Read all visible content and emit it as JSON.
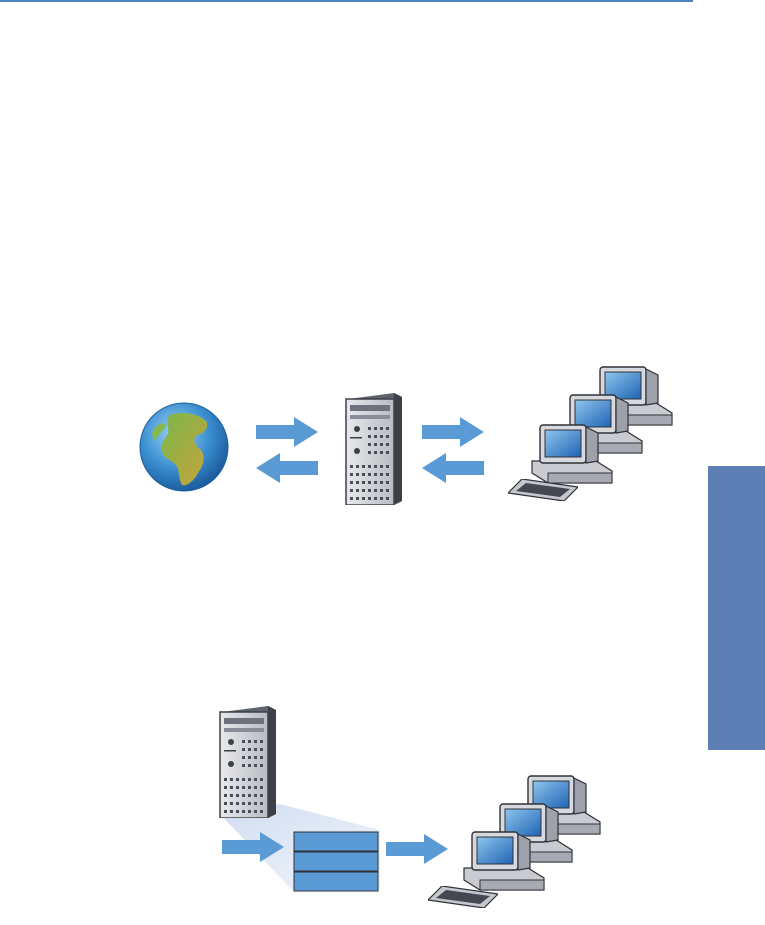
{
  "page": {
    "accent_color": "#4f81bd",
    "side_tab_color": "#5b7fb4",
    "side_tab_label": ""
  },
  "diagram_top": {
    "nodes": [
      {
        "id": "internet",
        "icon": "globe-icon"
      },
      {
        "id": "server",
        "icon": "tower-server-icon"
      },
      {
        "id": "clients",
        "icon": "computer-workstations-icon",
        "count": 3
      }
    ],
    "edges": [
      {
        "from": "internet",
        "to": "server",
        "direction": "both"
      },
      {
        "from": "server",
        "to": "clients",
        "direction": "both"
      }
    ]
  },
  "diagram_bottom": {
    "nodes": [
      {
        "id": "server",
        "icon": "tower-server-icon"
      },
      {
        "id": "queue",
        "icon": "stacked-queue-icon",
        "slots": 3
      },
      {
        "id": "clients",
        "icon": "computer-workstations-icon",
        "count": 3
      }
    ],
    "edges": [
      {
        "from": "input",
        "to": "queue",
        "direction": "forward"
      },
      {
        "from": "queue",
        "to": "clients",
        "direction": "forward"
      }
    ]
  }
}
